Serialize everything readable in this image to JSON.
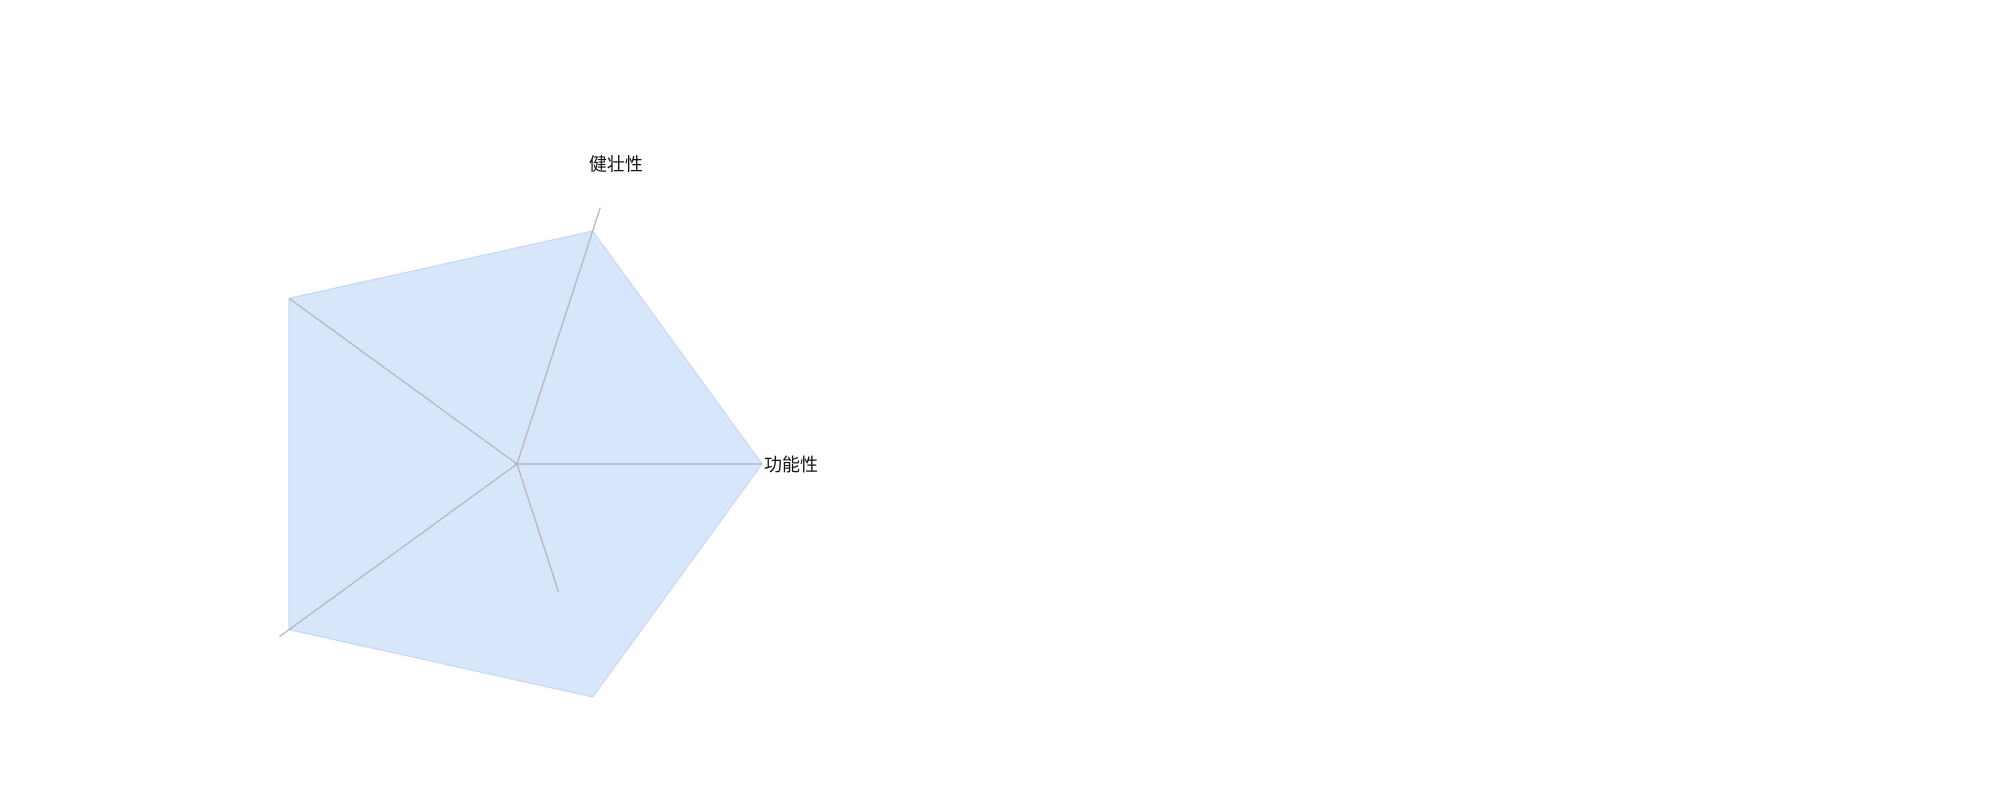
{
  "chart_data": {
    "type": "radar",
    "axes": [
      {
        "name": "功能性",
        "value": 1.0,
        "show_label": true
      },
      {
        "name": "健壮性",
        "value": 1.0,
        "show_label": true
      },
      {
        "name": "",
        "value": 1.15,
        "show_label": false
      },
      {
        "name": "",
        "value": 1.15,
        "show_label": false
      },
      {
        "name": "",
        "value": 1.0,
        "show_label": false
      }
    ],
    "axis_reach": [
      1.0,
      1.1,
      1.15,
      1.2,
      0.55
    ],
    "range": [
      0,
      1.2
    ],
    "series": [
      {
        "values": [
          1.0,
          1.0,
          1.15,
          1.15,
          1.0
        ]
      }
    ],
    "colors": {
      "fill": "#d8e6fb",
      "stroke": "#c5d7f3",
      "axis": "#b0b0b0",
      "label": "#111111"
    },
    "grid": false
  }
}
